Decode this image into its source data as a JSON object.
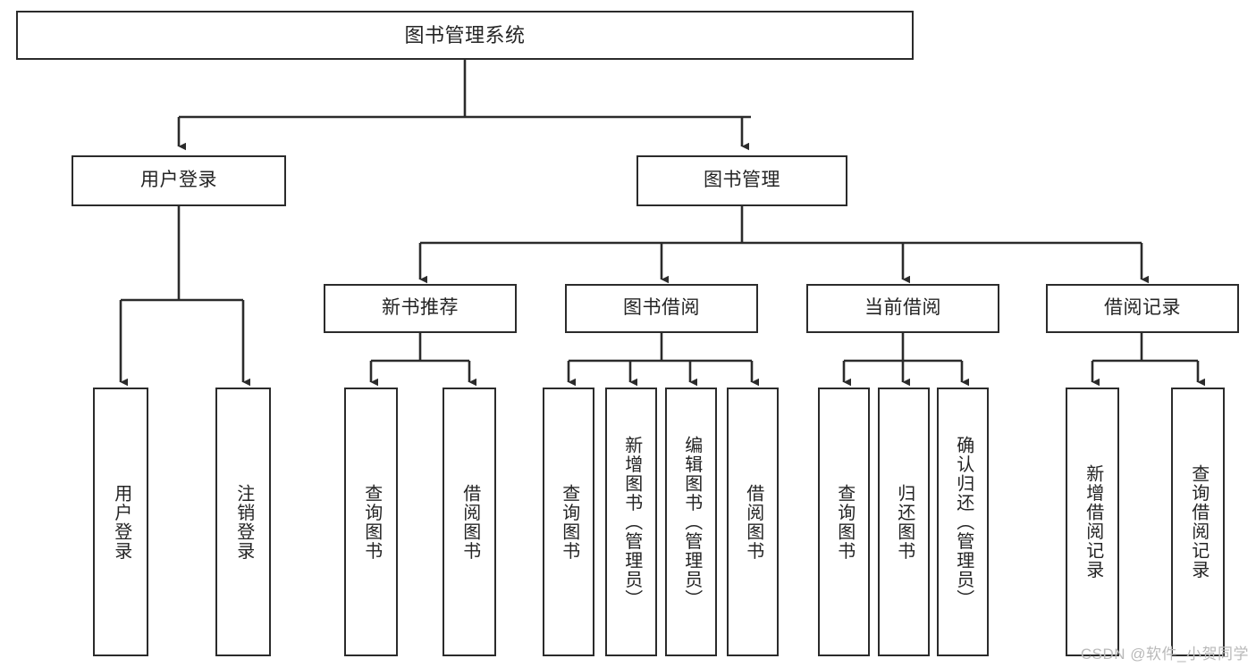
{
  "diagram": {
    "title": "图书管理系统",
    "type": "tree-hierarchy",
    "watermark": "CSDN @软件_小贺同学",
    "colors": {
      "box_border": "#2b2b2b",
      "box_fill": "#ffffff",
      "connector": "#2b2b2b",
      "text": "#242424",
      "watermark": "#b9b9b9"
    },
    "root": {
      "label": "图书管理系统"
    },
    "level2": [
      {
        "label": "用户登录"
      },
      {
        "label": "图书管理"
      }
    ],
    "level3": [
      {
        "label": "新书推荐"
      },
      {
        "label": "图书借阅"
      },
      {
        "label": "当前借阅"
      },
      {
        "label": "借阅记录"
      }
    ],
    "leaves": {
      "user_login": [
        {
          "label": "用户登录"
        },
        {
          "label": "注销登录"
        }
      ],
      "new_book_recommend": [
        {
          "label": "查询图书"
        },
        {
          "label": "借阅图书"
        }
      ],
      "book_borrow": [
        {
          "label": "查询图书"
        },
        {
          "label": "新增图书（管理员）"
        },
        {
          "label": "编辑图书（管理员）"
        },
        {
          "label": "借阅图书"
        }
      ],
      "current_borrow": [
        {
          "label": "查询图书"
        },
        {
          "label": "归还图书"
        },
        {
          "label": "确认归还（管理员）"
        }
      ],
      "borrow_record": [
        {
          "label": "新增借阅记录"
        },
        {
          "label": "查询借阅记录"
        }
      ]
    }
  }
}
